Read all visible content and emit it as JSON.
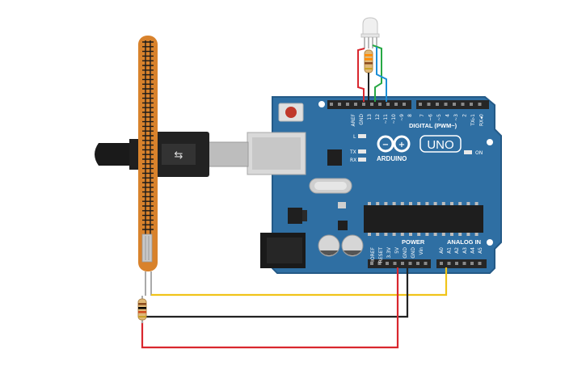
{
  "board": {
    "model": "UNO",
    "brand": "ARDUINO",
    "digital_header": "DIGITAL (PWM~)",
    "power_header": "POWER",
    "analog_header": "ANALOG IN",
    "led_l": "L",
    "led_tx": "TX",
    "led_rx": "RX",
    "led_on": "ON",
    "top_pins": [
      "AREF",
      "GND",
      "13",
      "12",
      "~11",
      "~10",
      "~9",
      "8",
      "7",
      "~6",
      "~5",
      "4",
      "~3",
      "2",
      "TX▹1",
      "RX◂0"
    ],
    "power_pins": [
      "IOREF",
      "RESET",
      "3.3V",
      "5V",
      "GND",
      "GND",
      "Vin"
    ],
    "analog_pins": [
      "A0",
      "A1",
      "A2",
      "A3",
      "A4",
      "A5"
    ]
  },
  "colors": {
    "board": "#2f6fa3",
    "board_edge": "#245a87",
    "flex_sensor": "#d8822c",
    "wire_red": "#d9272e",
    "wire_black": "#222222",
    "wire_yellow": "#f0c419",
    "wire_green": "#27a845",
    "wire_blue": "#1c8ed6"
  }
}
